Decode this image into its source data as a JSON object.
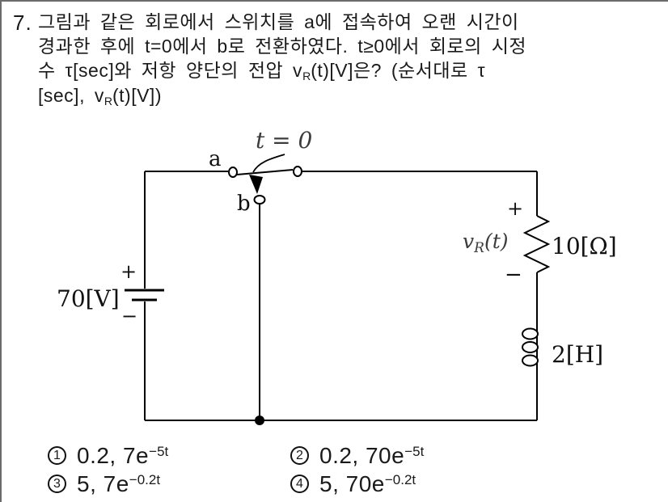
{
  "question": {
    "number": "7.",
    "lines": {
      "line1": "그림과 같은 회로에서 스위치를 a에 접속하여 오랜 시간이",
      "line2": "경과한 후에 t=0에서 b로 전환하였다. t≥0에서 회로의 시정",
      "line3_pre": "수 τ[sec]와 저항 양단의 전압 v",
      "line3_sub": "R",
      "line3_post": "(t)[V]은? (순서대로 τ",
      "line4_pre": "[sec], v",
      "line4_sub": "R",
      "line4_post": "(t)[V])"
    }
  },
  "circuit": {
    "switch": {
      "label_time": "t = 0",
      "label_a": "a",
      "label_b": "b"
    },
    "source": {
      "value": "70[V]",
      "plus": "+",
      "minus": "−"
    },
    "resistor": {
      "value": "10[Ω]",
      "plus": "+",
      "minus": "−",
      "v_label_v": "v",
      "v_label_sub": "R",
      "v_label_post": "(t)"
    },
    "inductor": {
      "value": "2[H]"
    }
  },
  "choices": [
    {
      "number": "1",
      "text": "0.2, 7e",
      "exponent": "−5t"
    },
    {
      "number": "2",
      "text": "0.2, 70e",
      "exponent": "−5t"
    },
    {
      "number": "3",
      "text": "5, 7e",
      "exponent": "−0.2t"
    },
    {
      "number": "4",
      "text": "5, 70e",
      "exponent": "−0.2t"
    }
  ],
  "colors": {
    "wire": "#000000",
    "text": "#1a1a1a",
    "math_gray": "#3c3c3c",
    "border": "#6b6b6b"
  }
}
